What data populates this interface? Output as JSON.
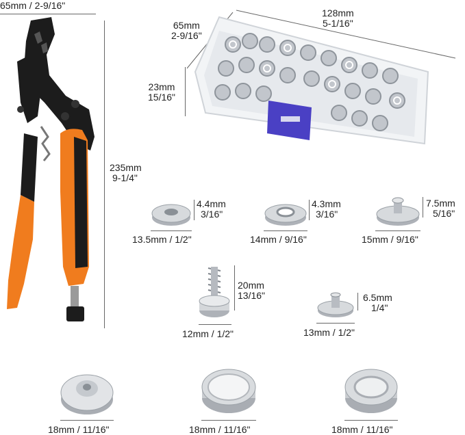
{
  "pliers": {
    "width_label": "65mm / 2-9/16\"",
    "height_label": {
      "mm": "235mm",
      "inch": "9-1/4\""
    }
  },
  "storage_box": {
    "length_label": {
      "mm": "128mm",
      "inch": "5-1/16\""
    },
    "width_label": {
      "mm": "65mm",
      "inch": "2-9/16\""
    },
    "height_label": {
      "mm": "23mm",
      "inch": "15/16\""
    }
  },
  "parts": [
    {
      "id": "cap-socket",
      "height": {
        "mm": "4.4mm",
        "inch": "3/16\""
      },
      "diameter": "13.5mm / 1/2\""
    },
    {
      "id": "ring-socket",
      "height": {
        "mm": "4.3mm",
        "inch": "3/16\""
      },
      "diameter": "14mm / 9/16\""
    },
    {
      "id": "stud-post",
      "height": {
        "mm": "7.5mm",
        "inch": "5/16\""
      },
      "diameter": "15mm / 9/16\""
    },
    {
      "id": "screw-stud",
      "height": {
        "mm": "20mm",
        "inch": "13/16\""
      },
      "diameter": "12mm / 1/2\""
    },
    {
      "id": "eyelet-post",
      "height": {
        "mm": "6.5mm",
        "inch": "1/4\""
      },
      "diameter": "13mm / 1/2\""
    },
    {
      "id": "button-cap-a",
      "diameter": "18mm / 11/16\""
    },
    {
      "id": "button-cap-b",
      "diameter": "18mm / 11/16\""
    },
    {
      "id": "button-cap-c",
      "diameter": "18mm / 11/16\""
    }
  ],
  "colors": {
    "pliers_orange": "#f07c1e",
    "pliers_black": "#1c1c1c",
    "box_clip_blue": "#4a40c4",
    "metal": "#c9ccd0",
    "dim_line": "#666666"
  }
}
